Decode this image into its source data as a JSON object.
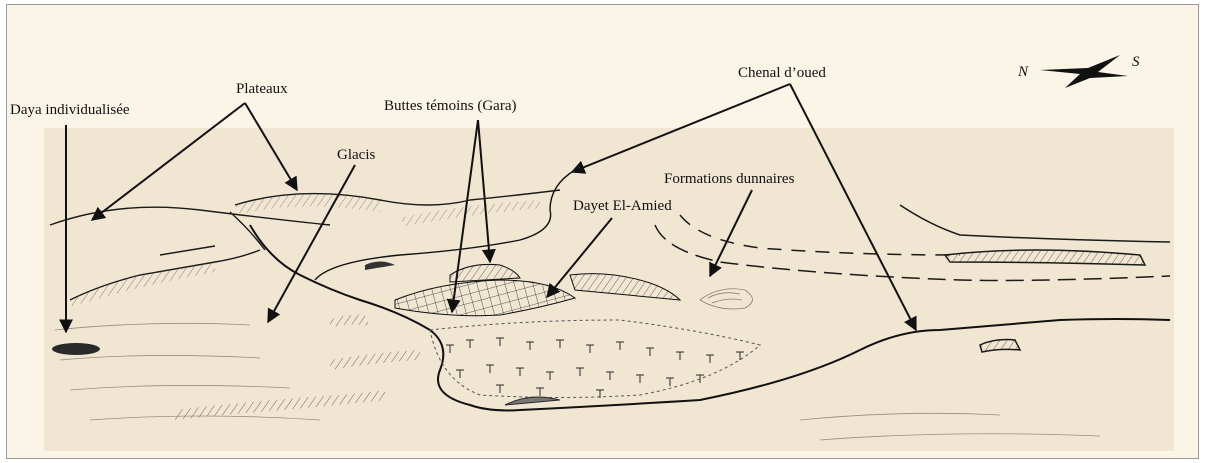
{
  "labels": {
    "daya": "Daya individualisée",
    "plateaux": "Plateaux",
    "glacis": "Glacis",
    "buttes": "Buttes témoins (Gara)",
    "chenal": "Chenal d’oued",
    "formations": "Formations dunnaires",
    "dayet": "Dayet El-Amied"
  },
  "compass": {
    "north": "N",
    "south": "S"
  },
  "colors": {
    "paper": "#fbf5e8",
    "sketch": "#f0e6d2",
    "ink": "#1a1a1a",
    "shade": "#8a8070"
  }
}
